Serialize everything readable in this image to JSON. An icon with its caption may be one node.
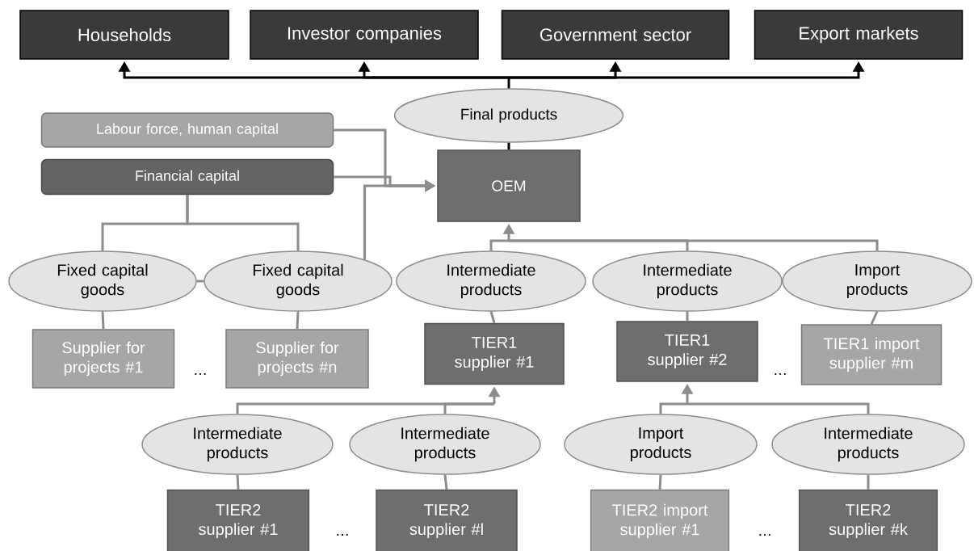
{
  "diagram": {
    "nodes": [
      {
        "text": [
          "Households"
        ]
      },
      {
        "text": [
          "Investor companies"
        ]
      },
      {
        "text": [
          "Government sector"
        ]
      },
      {
        "text": [
          "Export markets"
        ]
      },
      {
        "text": [
          "Final products"
        ]
      },
      {
        "text": [
          "Labour force, human capital"
        ]
      },
      {
        "text": [
          "Financial capital"
        ]
      },
      {
        "text": [
          "OEM"
        ]
      },
      {
        "text": [
          "Fixed capital goods"
        ]
      },
      {
        "text": [
          "Fixed capital goods"
        ]
      },
      {
        "text": [
          "Intermediate products"
        ]
      },
      {
        "text": [
          "Intermediate products"
        ]
      },
      {
        "text": [
          "Import products"
        ]
      },
      {
        "text": [
          "Supplier for projects #1"
        ]
      },
      {
        "text": [
          "Supplier for projects #n"
        ]
      },
      {
        "text": [
          "TIER1 supplier #1"
        ]
      },
      {
        "text": [
          "TIER1 supplier #2"
        ]
      },
      {
        "text": [
          "TIER1 import supplier #m"
        ]
      },
      {
        "text": [
          "Intermediate products"
        ]
      },
      {
        "text": [
          "Intermediate products"
        ]
      },
      {
        "text": [
          "Import products"
        ]
      },
      {
        "text": [
          "Intermediate products"
        ]
      },
      {
        "text": [
          "TIER2 supplier #1"
        ]
      },
      {
        "text": [
          "TIER2 supplier #l"
        ]
      },
      {
        "text": [
          "TIER2 import supplier #1"
        ]
      },
      {
        "text": [
          "TIER2 supplier #k"
        ]
      }
    ],
    "edges": [
      {
        "from": 4,
        "to": 0,
        "arrow": "to",
        "color": "#000000"
      },
      {
        "from": 4,
        "to": 1,
        "arrow": "to",
        "color": "#000000"
      },
      {
        "from": 4,
        "to": 2,
        "arrow": "to",
        "color": "#000000"
      },
      {
        "from": 4,
        "to": 3,
        "arrow": "to",
        "color": "#000000"
      },
      {
        "from": 7,
        "to": 4,
        "arrow": "none",
        "color": "#000000"
      },
      {
        "from": 5,
        "to": 7,
        "arrow": "to"
      },
      {
        "from": 6,
        "to": 7,
        "arrow": "to"
      },
      {
        "from": 9,
        "to": 7,
        "arrow": "to"
      },
      {
        "from": 6,
        "to": 8,
        "arrow": "none"
      },
      {
        "from": 6,
        "to": 9,
        "arrow": "none"
      },
      {
        "from": 8,
        "to": 9,
        "arrow": "none"
      },
      {
        "from": 8,
        "to": 13,
        "arrow": "none"
      },
      {
        "from": 9,
        "to": 14,
        "arrow": "none"
      },
      {
        "from": 10,
        "to": 7,
        "arrow": "to"
      },
      {
        "from": 11,
        "to": 7,
        "arrow": "to"
      },
      {
        "from": 12,
        "to": 7,
        "arrow": "to"
      },
      {
        "from": 10,
        "to": 15,
        "arrow": "none"
      },
      {
        "from": 11,
        "to": 16,
        "arrow": "none"
      },
      {
        "from": 12,
        "to": 17,
        "arrow": "none"
      },
      {
        "from": 18,
        "to": 15,
        "arrow": "to"
      },
      {
        "from": 19,
        "to": 15,
        "arrow": "to"
      },
      {
        "from": 18,
        "to": 22,
        "arrow": "none"
      },
      {
        "from": 19,
        "to": 23,
        "arrow": "none"
      },
      {
        "from": 20,
        "to": 16,
        "arrow": "to"
      },
      {
        "from": 21,
        "to": 16,
        "arrow": "to"
      },
      {
        "from": 20,
        "to": 24,
        "arrow": "none"
      },
      {
        "from": 21,
        "to": 25,
        "arrow": "none"
      }
    ],
    "labels": [
      "…",
      "…",
      "…",
      "…"
    ]
  }
}
